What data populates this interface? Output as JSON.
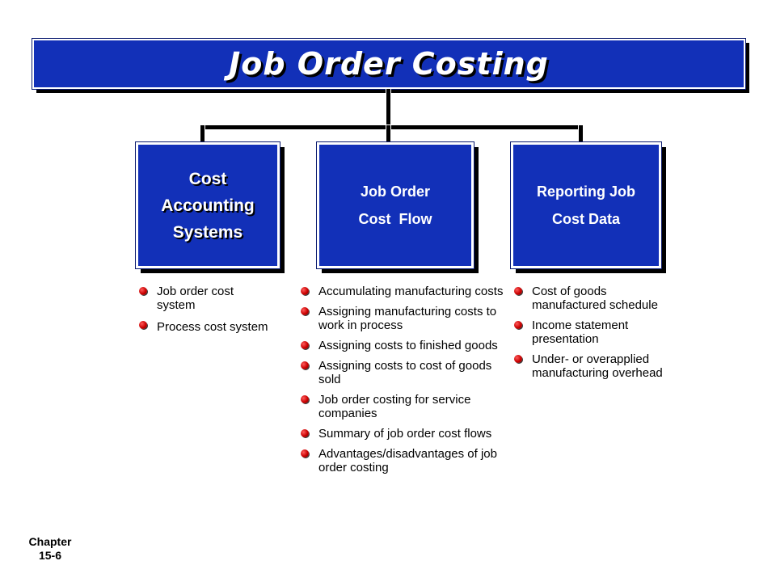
{
  "title": "Job Order Costing",
  "boxes": [
    {
      "lines": [
        "Cost",
        "Accounting",
        "Systems"
      ]
    },
    {
      "lines": [
        "Job Order",
        "Cost  Flow"
      ]
    },
    {
      "lines": [
        "Reporting Job",
        "Cost Data"
      ]
    }
  ],
  "lists": [
    [
      "Job order cost system",
      "Process cost system"
    ],
    [
      "Accumulating manufacturing costs",
      "Assigning manufacturing costs to work in process",
      "Assigning costs to finished goods",
      "Assigning costs to cost of goods sold",
      "Job order costing for service companies",
      "Summary of job order cost flows",
      "Advantages/disadvantages of job order costing"
    ],
    [
      "Cost of goods manufactured schedule",
      "Income statement presentation",
      "Under- or overapplied manufacturing overhead"
    ]
  ],
  "footer": {
    "line1": "Chapter",
    "line2": "15-6"
  },
  "colors": {
    "box_fill": "#1230b8",
    "bullet": "#c80000",
    "text": "#000000"
  }
}
